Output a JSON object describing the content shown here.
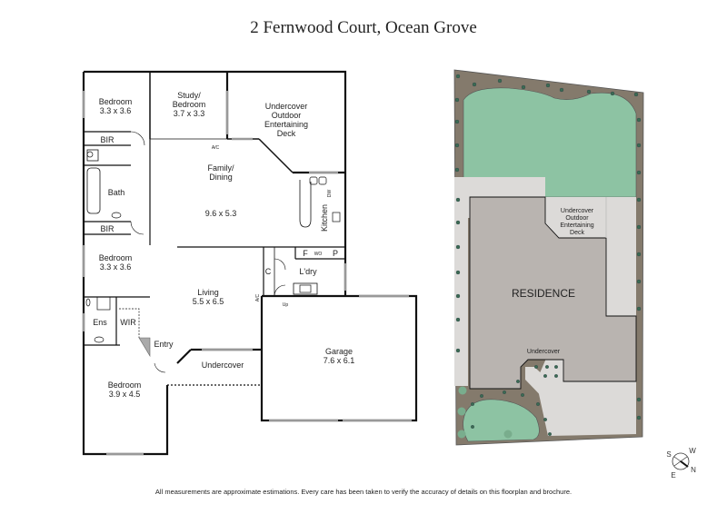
{
  "header": {
    "title": "2 Fernwood Court, Ocean Grove"
  },
  "floorplan": {
    "rooms": [
      {
        "id": "bedroom-2",
        "name": "Bedroom",
        "size": "3.3 x 3.6"
      },
      {
        "id": "study",
        "name": "Study/",
        "name2": "Bedroom",
        "size": "3.7 x 3.3"
      },
      {
        "id": "deck",
        "name": "Undercover",
        "name2": "Outdoor",
        "name3": "Entertaining",
        "name4": "Deck"
      },
      {
        "id": "bir-1",
        "name": "BIR"
      },
      {
        "id": "bath",
        "name": "Bath"
      },
      {
        "id": "bir-2",
        "name": "BIR"
      },
      {
        "id": "family",
        "name": "Family/",
        "name2": "Dining",
        "size": "9.6 x 5.3"
      },
      {
        "id": "kitchen",
        "name": "Kitchen"
      },
      {
        "id": "bedroom-3",
        "name": "Bedroom",
        "size": "3.3 x 3.6"
      },
      {
        "id": "living",
        "name": "Living",
        "size": "5.5 x 6.5"
      },
      {
        "id": "ens",
        "name": "Ens"
      },
      {
        "id": "wir",
        "name": "WIR"
      },
      {
        "id": "entry",
        "name": "Entry"
      },
      {
        "id": "undercover",
        "name": "Undercover"
      },
      {
        "id": "bedroom-master",
        "name": "Bedroom",
        "size": "3.9 x 4.5"
      },
      {
        "id": "garage",
        "name": "Garage",
        "size": "7.6 x 6.1"
      },
      {
        "id": "laundry",
        "name": "L'dry"
      },
      {
        "id": "cupboard",
        "name": "C"
      },
      {
        "id": "fridge",
        "name": "F"
      },
      {
        "id": "wall-oven",
        "name": "WO"
      },
      {
        "id": "pantry",
        "name": "P"
      }
    ],
    "fixtures": {
      "ac": "A/C",
      "dw": "DW",
      "up": "Up"
    }
  },
  "siteplan": {
    "residence": "RESIDENCE",
    "deck": [
      "Undercover",
      "Outdoor",
      "Entertaining",
      "Deck"
    ],
    "undercover": "Undercover",
    "colors": {
      "lawn": "#8dc3a3",
      "garden": "#847a6c",
      "paving": "#dcdad8",
      "house": "#b9b4b0"
    }
  },
  "compass": {
    "n": "N",
    "s": "S",
    "e": "E",
    "w": "W"
  },
  "footer": {
    "disclaimer": "All measurements are approximate estimations. Every care has been taken to verify the accuracy of details on this floorplan and brochure."
  }
}
